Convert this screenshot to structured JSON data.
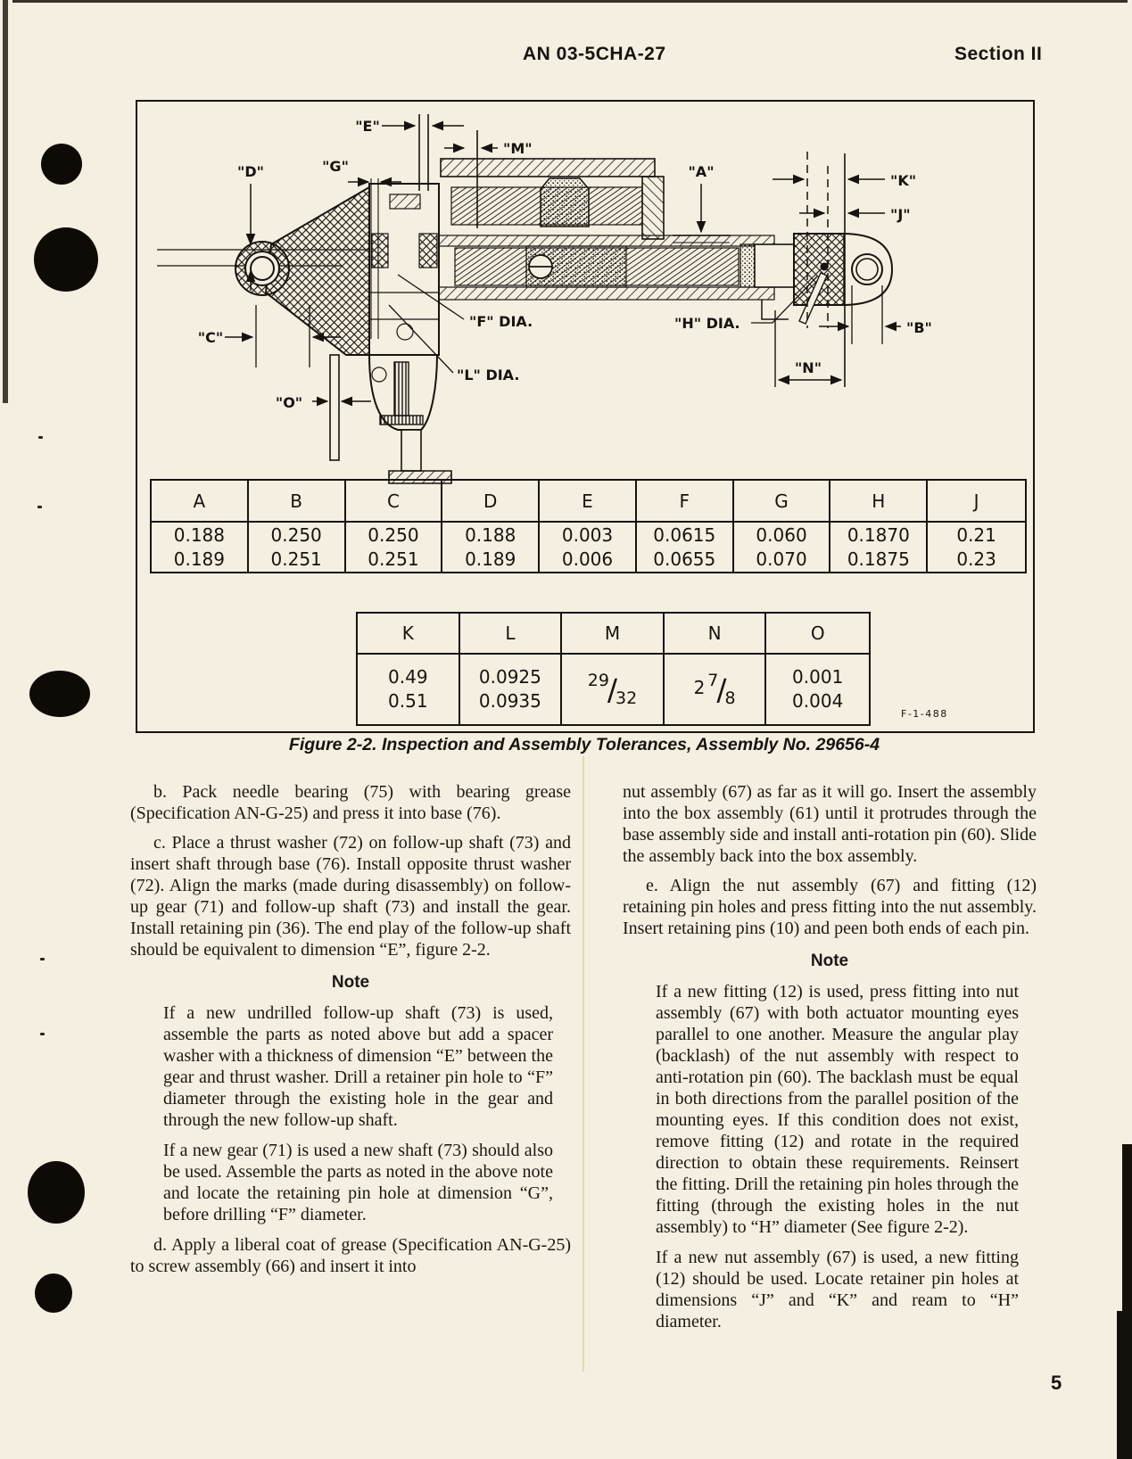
{
  "header": {
    "doc_number": "AN 03-5CHA-27",
    "section": "Section II"
  },
  "figure": {
    "caption": "Figure 2-2. Inspection and Assembly Tolerances, Assembly No. 29656-4",
    "plate_number": "F-1-488",
    "dim_labels": {
      "a": "\"A\"",
      "b": "\"B\"",
      "c": "\"C\"",
      "d": "\"D\"",
      "e": "\"E\"",
      "f": "\"F\" DIA.",
      "g": "\"G\"",
      "h": "\"H\" DIA.",
      "j": "\"J\"",
      "k": "\"K\"",
      "l": "\"L\" DIA.",
      "m": "\"M\"",
      "n": "\"N\"",
      "o": "\"O\""
    },
    "tolerance_table_1": {
      "headers": [
        "A",
        "B",
        "C",
        "D",
        "E",
        "F",
        "G",
        "H",
        "J"
      ],
      "row_min": [
        "0.188",
        "0.250",
        "0.250",
        "0.188",
        "0.003",
        "0.0615",
        "0.060",
        "0.1870",
        "0.21"
      ],
      "row_max": [
        "0.189",
        "0.251",
        "0.251",
        "0.189",
        "0.006",
        "0.0655",
        "0.070",
        "0.1875",
        "0.23"
      ]
    },
    "tolerance_table_2": {
      "headers": [
        "K",
        "L",
        "M",
        "N",
        "O"
      ],
      "k": [
        "0.49",
        "0.51"
      ],
      "l": [
        "0.0925",
        "0.0935"
      ],
      "m_num": "29",
      "m_den": "32",
      "n_whole": "2",
      "n_num": "7",
      "n_den": "8",
      "o": [
        "0.001",
        "0.004"
      ]
    }
  },
  "body": {
    "left": {
      "para_b": "b. Pack needle bearing (75) with bearing grease (Specification AN-G-25) and press it into base (76).",
      "para_c": "c. Place a thrust washer (72) on follow-up shaft (73) and insert shaft through base (76). Install opposite thrust washer (72). Align the marks (made during disassembly) on follow-up gear (71) and follow-up shaft (73) and install the gear. Install retaining pin (36). The end play of the follow-up shaft should be equivalent to dimension “E”, figure 2-2.",
      "note_heading": "Note",
      "note_para_1": "If a new undrilled follow-up shaft (73) is used, assemble the parts as noted above but add a spacer washer with a thickness of dimension “E” between the gear and thrust washer. Drill a retainer pin hole to “F” diameter through the existing hole in the gear and through the new follow-up shaft.",
      "note_para_2": "If a new gear (71) is used a new shaft (73) should also be used. Assemble the parts as noted in the above note and locate the retaining pin hole at dimension “G”, before drilling “F” diameter.",
      "para_d": "d. Apply a liberal coat of grease (Specification AN-G-25) to screw assembly (66) and insert it into"
    },
    "right": {
      "para_d_cont": "nut assembly (67) as far as it will go. Insert the assembly into the box assembly (61) until it protrudes through the base assembly side and install anti-rotation pin (60). Slide the assembly back into the box assembly.",
      "para_e": "e. Align the nut assembly (67) and fitting (12) retaining pin holes and press fitting into the nut assembly. Insert retaining pins (10) and peen both ends of each pin.",
      "note_heading": "Note",
      "note_para_1": "If a new fitting (12) is used, press fitting into nut assembly (67) with both actuator mounting eyes parallel to one another. Measure the angular play (backlash) of the nut assembly with respect to anti-rotation pin (60). The backlash must be equal in both directions from the parallel position of the mounting eyes. If this condition does not exist, remove fitting (12) and rotate in the required direction to obtain these requirements. Reinsert the fitting. Drill the retaining pin holes through the fitting (through the existing holes in the nut assembly) to “H” diameter (See figure 2-2).",
      "note_para_2": "If a new nut assembly (67) is used, a new fitting (12) should be used. Locate retainer pin holes at dimensions “J” and “K” and ream to “H” diameter."
    }
  },
  "footer": {
    "page_number": "5"
  }
}
